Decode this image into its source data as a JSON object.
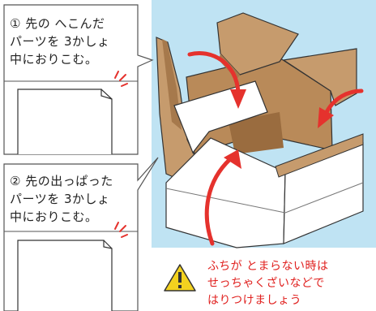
{
  "step1": {
    "number": "①",
    "text": "先の へこんだ\nパーツを 3かしょ\n中におりこむ。"
  },
  "step2": {
    "number": "②",
    "text": "先の出っぱった\nパーツを 3かしょ\n中におりこむ。"
  },
  "warning": {
    "icon": "warning-triangle-icon",
    "text": "ふちが とまらない時は\nせっちゃくざいなどで\nはりつけましょう"
  },
  "colors": {
    "scene_background": "#bfe3f3",
    "cardboard": "#c69b6d",
    "cardboard_dark": "#a6794c",
    "arrow": "#e5322d",
    "box_white": "#ffffff",
    "outline": "#333333",
    "warning_text": "#e0201e",
    "warning_icon": "#f3d21f"
  }
}
